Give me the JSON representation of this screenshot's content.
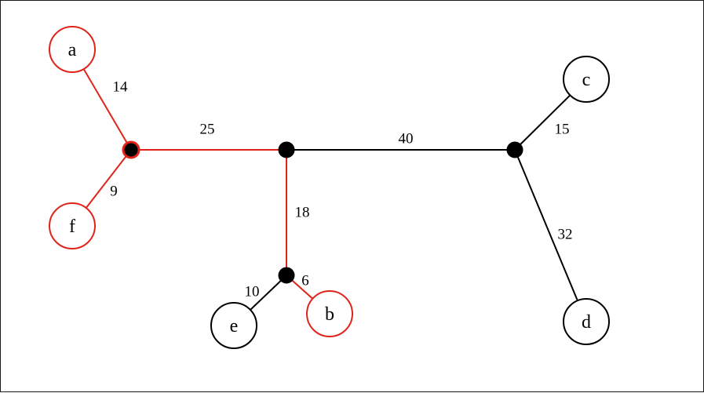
{
  "colors": {
    "highlight": "#e0241b",
    "normal": "#000000",
    "background": "#ffffff"
  },
  "nodes": [
    {
      "id": "a",
      "label": "a",
      "kind": "leaf",
      "highlighted": true
    },
    {
      "id": "f",
      "label": "f",
      "kind": "leaf",
      "highlighted": true
    },
    {
      "id": "b",
      "label": "b",
      "kind": "leaf",
      "highlighted": true
    },
    {
      "id": "e",
      "label": "e",
      "kind": "leaf",
      "highlighted": false
    },
    {
      "id": "c",
      "label": "c",
      "kind": "leaf",
      "highlighted": false
    },
    {
      "id": "d",
      "label": "d",
      "kind": "leaf",
      "highlighted": false
    },
    {
      "id": "u1",
      "label": "",
      "kind": "internal",
      "highlighted": true
    },
    {
      "id": "u2",
      "label": "",
      "kind": "internal",
      "highlighted": false
    },
    {
      "id": "u3",
      "label": "",
      "kind": "internal",
      "highlighted": false
    },
    {
      "id": "u4",
      "label": "",
      "kind": "internal",
      "highlighted": false
    }
  ],
  "edges": [
    {
      "id": "a-u1",
      "from": "a",
      "to": "u1",
      "weight": "14",
      "highlighted": true
    },
    {
      "id": "f-u1",
      "from": "f",
      "to": "u1",
      "weight": "9",
      "highlighted": true
    },
    {
      "id": "u1-u2",
      "from": "u1",
      "to": "u2",
      "weight": "25",
      "highlighted": true
    },
    {
      "id": "u2-u4",
      "from": "u2",
      "to": "u4",
      "weight": "18",
      "highlighted": true
    },
    {
      "id": "u4-b",
      "from": "u4",
      "to": "b",
      "weight": "6",
      "highlighted": true
    },
    {
      "id": "u4-e",
      "from": "u4",
      "to": "e",
      "weight": "10",
      "highlighted": false
    },
    {
      "id": "u2-u3",
      "from": "u2",
      "to": "u3",
      "weight": "40",
      "highlighted": false
    },
    {
      "id": "u3-c",
      "from": "u3",
      "to": "c",
      "weight": "15",
      "highlighted": false
    },
    {
      "id": "u3-d",
      "from": "u3",
      "to": "d",
      "weight": "32",
      "highlighted": false
    }
  ]
}
